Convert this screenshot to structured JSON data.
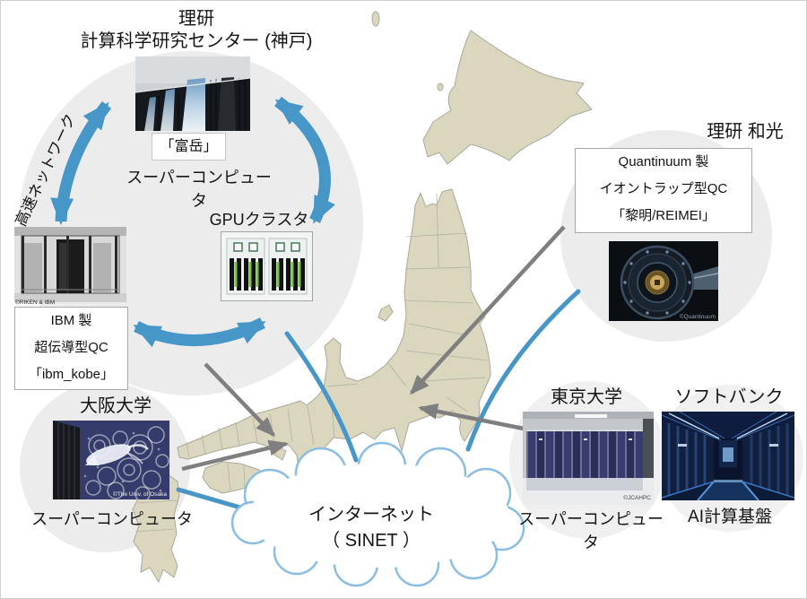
{
  "kobe": {
    "title_line1": "理研",
    "title_line2": "計算科学研究センター (神戸)",
    "fugaku_label": "「富岳」",
    "fugaku_caption": "スーパーコンピュータ",
    "gpu_label": "GPUクラスタ",
    "network_label": "高速ネットワーク",
    "ibm_photo_caption": "©RIKEN & IBM",
    "ibm_box_line1": "IBM 製",
    "ibm_box_line2": "超伝導型QC",
    "ibm_box_line3": "「ibm_kobe」"
  },
  "wako": {
    "title": "理研 和光",
    "box_line1": "Quantinuum 製",
    "box_line2": "イオントラップ型QC",
    "box_line3": "「黎明/REIMEI」",
    "photo_caption": "©Quantinuum"
  },
  "osaka": {
    "title": "大阪大学",
    "photo_caption": "©The Univ. of Osaka",
    "label": "スーパーコンピュータ"
  },
  "tokyo": {
    "title": "東京大学",
    "photo_caption": "©JCAHPC",
    "label": "スーパーコンピュータ"
  },
  "softbank": {
    "title": "ソフトバンク",
    "label": "AI計算基盤"
  },
  "internet": {
    "line1": "インターネット",
    "line2": "（ SINET ）"
  },
  "colors": {
    "arrow_blue": "#4796c8",
    "cloud_blue": "#8abde2",
    "gray_arrow": "#7f7f7f",
    "map_fill": "#dbd7bf",
    "map_stroke": "#aaa79a",
    "bg_circle": "#ececec"
  }
}
